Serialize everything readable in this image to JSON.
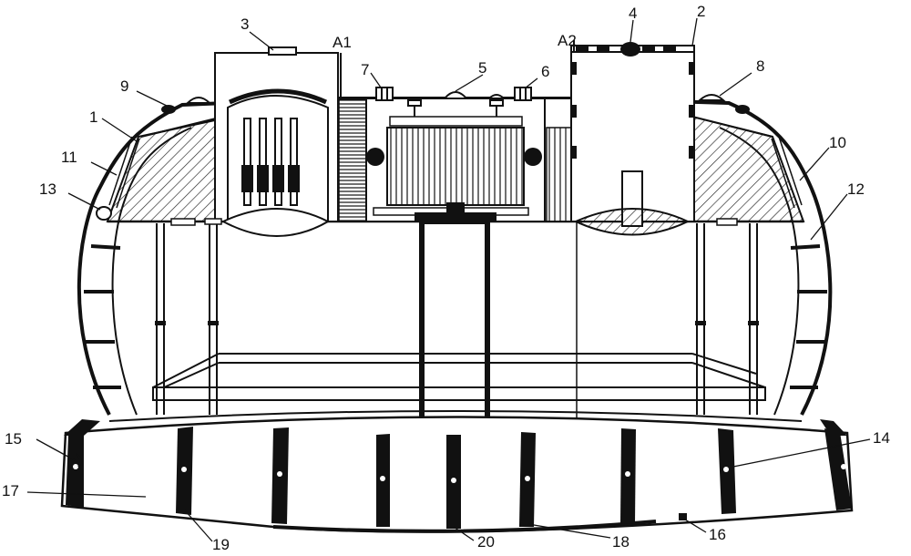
{
  "labels": {
    "n1": "1",
    "n2": "2",
    "n3": "3",
    "n4": "4",
    "n5": "5",
    "n6": "6",
    "n7": "7",
    "n8": "8",
    "n9": "9",
    "n10": "10",
    "n11": "11",
    "n12": "12",
    "n13": "13",
    "n14": "14",
    "n15": "15",
    "n16": "16",
    "n17": "17",
    "n18": "18",
    "n19": "19",
    "n20": "20",
    "a1": "A1",
    "a2": "A2"
  },
  "colors": {
    "ink": "#111111",
    "paper": "#ffffff",
    "hatch": "#222222"
  }
}
